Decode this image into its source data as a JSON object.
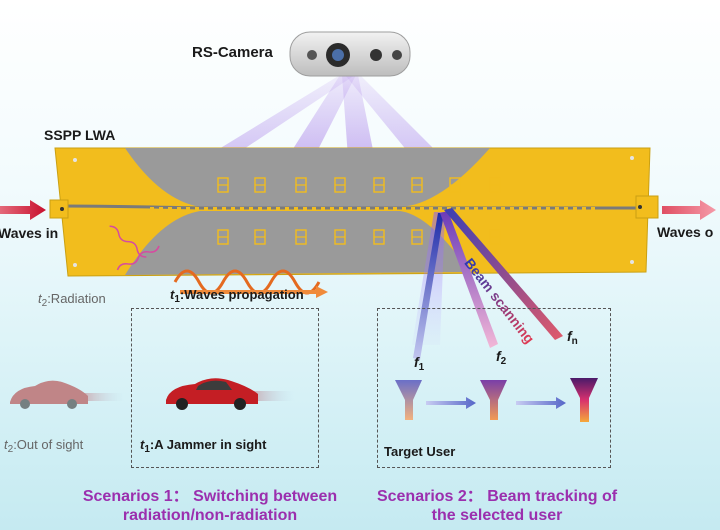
{
  "camera": {
    "label": "RS-Camera"
  },
  "antenna": {
    "label": "SSPP LWA"
  },
  "ports": {
    "input_label": "Waves in",
    "output_label": "Waves o"
  },
  "beam": {
    "label": "Beam scanning"
  },
  "time_labels": {
    "t2_radiation": {
      "t": "t",
      "sub": "2",
      "text": ":Radiation"
    },
    "t1_propagation": {
      "t": "t",
      "sub": "1",
      "text": ":Waves propagation"
    },
    "t2_out_of_sight": {
      "t": "t",
      "sub": "2",
      "text": ":Out of sight"
    },
    "t1_jammer": {
      "t": "t",
      "sub": "1",
      "text": ":A Jammer in sight"
    }
  },
  "frequencies": {
    "f1": {
      "f": "f",
      "sub": "1"
    },
    "f2": {
      "f": "f",
      "sub": "2"
    },
    "fn": {
      "f": "f",
      "sub": "n"
    }
  },
  "target": {
    "label": "Target User"
  },
  "scenarios": {
    "s1": {
      "line1": "Scenarios 1： Switching between",
      "line2": "radiation/non-radiation"
    },
    "s2": {
      "line1": "Scenarios 2： Beam tracking of",
      "line2": "the selected user"
    }
  },
  "colors": {
    "gold": "#f5c11b",
    "metal": "#9a9a9a",
    "scenario_text": "#9b2fae",
    "beam_red": "#d23b4b",
    "beam_blue": "#3340b8"
  }
}
